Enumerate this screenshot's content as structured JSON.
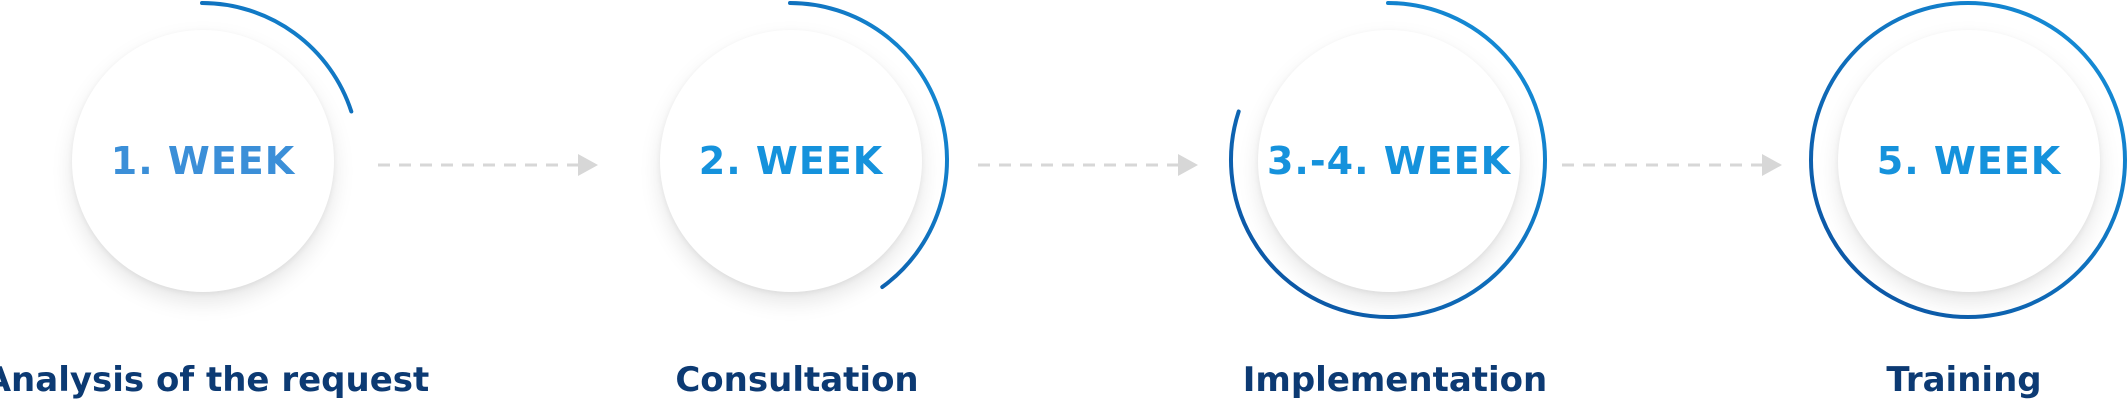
{
  "colors": {
    "arc_light": "#1592dc",
    "arc_dark": "#0b4f9e",
    "week_text_1": "#3b8fd8",
    "week_text": "#1592dc",
    "title_text": "#0c3a73",
    "connector": "#d7d7d7"
  },
  "steps": [
    {
      "week": "1. WEEK",
      "title": "Analysis of the request",
      "progress": 0.2
    },
    {
      "week": "2. WEEK",
      "title": "Consultation",
      "progress": 0.4
    },
    {
      "week": "3.-4. WEEK",
      "title": "Implementation",
      "progress": 0.8
    },
    {
      "week": "5. WEEK",
      "title": "Training",
      "progress": 1.0
    }
  ],
  "connector_icon": "dashed-arrow-right-icon"
}
